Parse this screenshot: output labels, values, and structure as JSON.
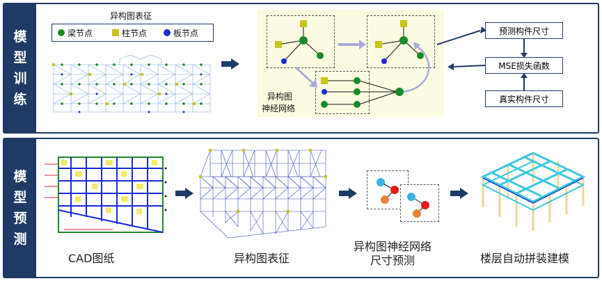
{
  "training": {
    "side_label": [
      "模",
      "型",
      "训",
      "练"
    ],
    "hetero_title": "异构图表征",
    "legend": [
      {
        "label": "梁节点",
        "color": "#1a8a2a",
        "shape": "circle"
      },
      {
        "label": "柱节点",
        "color": "#c8c21a",
        "shape": "square"
      },
      {
        "label": "板节点",
        "color": "#1a2ad8",
        "shape": "circle"
      }
    ],
    "gnn_label_1": "异构图",
    "gnn_label_2": "神经网络",
    "box_predicted": "预测构件尺寸",
    "box_loss": "MSE损失函数",
    "box_true": "真实构件尺寸"
  },
  "prediction": {
    "side_label": [
      "模",
      "型",
      "预",
      "测"
    ],
    "steps": [
      {
        "caption": "CAD图纸"
      },
      {
        "caption": "异构图表征"
      },
      {
        "caption": "异构图神经网络\n尺寸预测"
      },
      {
        "caption": "楼层自动拼装建模"
      }
    ]
  },
  "colors": {
    "navy": "#1f3a64",
    "beam": "#1a8a2a",
    "column": "#c8c21a",
    "slab": "#1a2ad8",
    "gnn_bg": "#fafbe0"
  }
}
